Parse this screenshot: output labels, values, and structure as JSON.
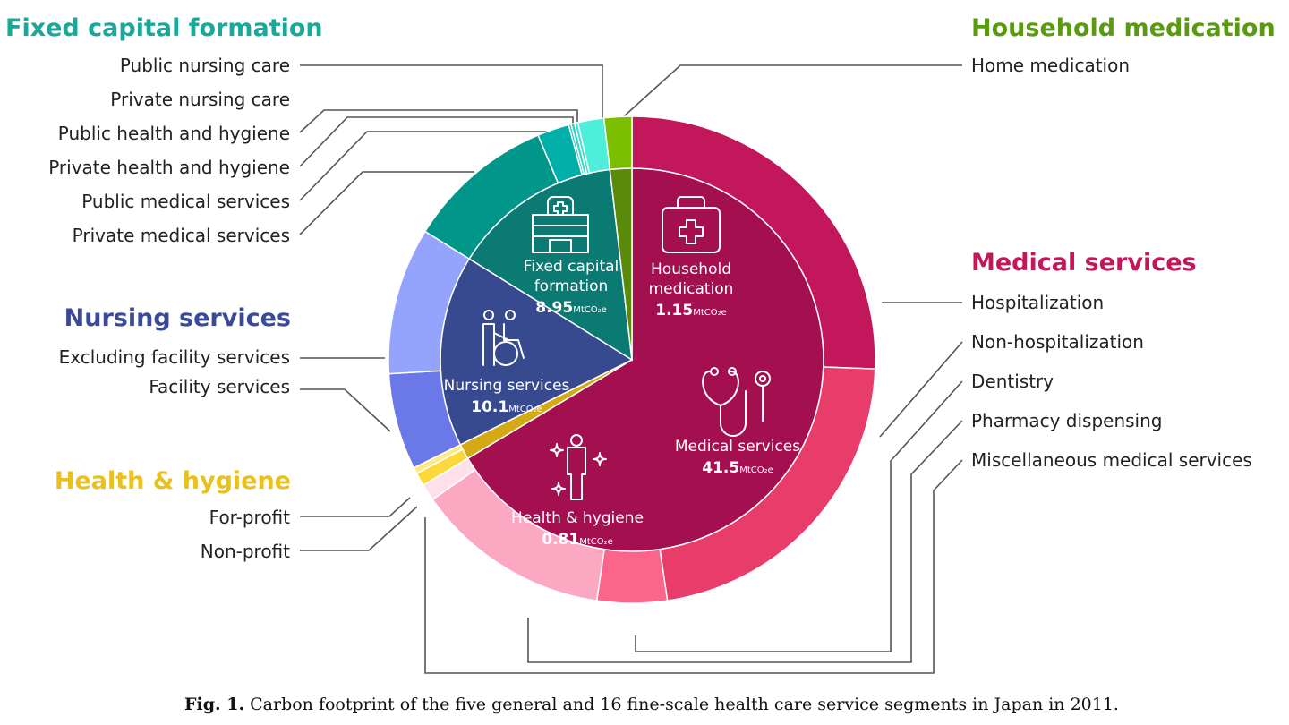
{
  "chart_data": {
    "type": "sunburst",
    "unit": "MtCO2e",
    "unit_display": "MtCO₂e",
    "caption_label": "Fig. 1.",
    "caption": "Carbon footprint of the five general and 16 fine-scale health care service segments in Japan in 2011.",
    "groups": [
      {
        "name": "Medical services",
        "value": 41.5,
        "value_label": "41.5",
        "color": "#a30f4f",
        "title_color": "#c2185b",
        "icon": "stethoscope-icon",
        "children": [
          {
            "name": "Hospitalization",
            "value": 16.0,
            "color": "#c2185b"
          },
          {
            "name": "Non-hospitalization",
            "value": 13.8,
            "color": "#e83c6a"
          },
          {
            "name": "Dentistry",
            "value": 2.9,
            "color": "#fb6589"
          },
          {
            "name": "Pharmacy dispensing",
            "value": 8.1,
            "color": "#fda8c2"
          },
          {
            "name": "Miscellaneous medical services",
            "value": 0.7,
            "color": "#fde0e8"
          }
        ]
      },
      {
        "name": "Health & hygiene",
        "value": 0.81,
        "value_label": "0.81",
        "color": "#d4aa14",
        "title_color": "#e8c020",
        "icon": "sparkle-person-icon",
        "children": [
          {
            "name": "Non-profit",
            "value": 0.55,
            "color": "#fcd93a"
          },
          {
            "name": "For-profit",
            "value": 0.26,
            "color": "#fde98a"
          }
        ]
      },
      {
        "name": "Nursing services",
        "value": 10.1,
        "value_label": "10.1",
        "color": "#374a8f",
        "title_color": "#3a4a9a",
        "icon": "wheelchair-icon",
        "children": [
          {
            "name": "Facility services",
            "value": 4.0,
            "color": "#6b78e8"
          },
          {
            "name": "Excluding facility services",
            "value": 6.1,
            "color": "#94a3fb"
          }
        ]
      },
      {
        "name": "Fixed capital formation",
        "value": 8.95,
        "value_label": "8.95",
        "color": "#0a7a72",
        "title_color": "#1aa89a",
        "icon": "hospital-icon",
        "children": [
          {
            "name": "Private medical services",
            "value": 6.16,
            "color": "#00968a"
          },
          {
            "name": "Public medical services",
            "value": 1.32,
            "color": "#00b0a8"
          },
          {
            "name": "Private health and hygiene",
            "value": 0.1,
            "color": "#18c0b4"
          },
          {
            "name": "Public health and hygiene",
            "value": 0.15,
            "color": "#2fd6c4"
          },
          {
            "name": "Private nursing care",
            "value": 0.14,
            "color": "#3fe2d0"
          },
          {
            "name": "Public nursing care",
            "value": 1.08,
            "color": "#4deeda"
          }
        ]
      },
      {
        "name": "Household medication",
        "value": 1.15,
        "value_label": "1.15",
        "color": "#5a8a0a",
        "title_color": "#5a9a10",
        "icon": "medical-kit-icon",
        "children": [
          {
            "name": "Home medication",
            "value": 1.15,
            "color": "#7cbf00"
          }
        ]
      }
    ]
  }
}
